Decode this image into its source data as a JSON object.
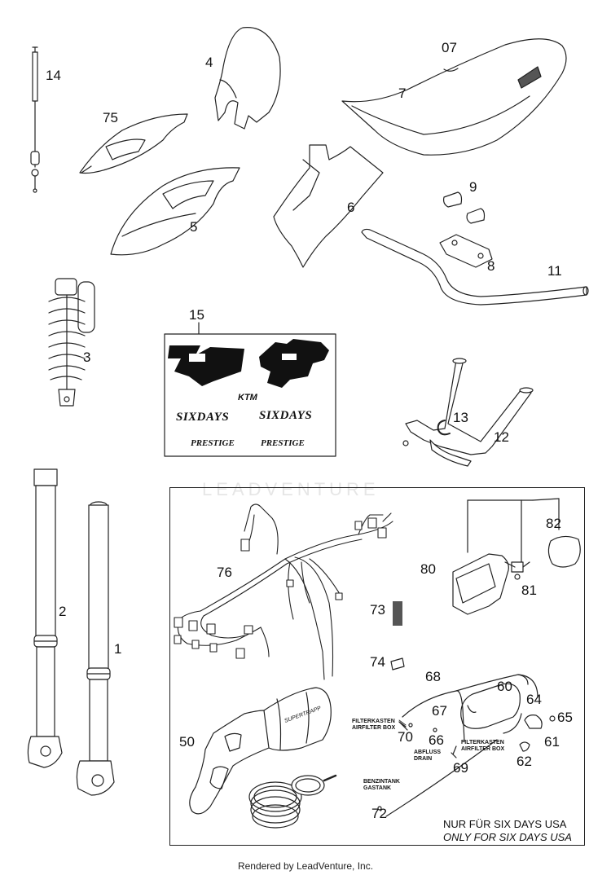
{
  "watermark": "LEADVENTURE",
  "footer": "Rendered by LeadVenture, Inc.",
  "note": {
    "line1": "NUR FÜR SIX DAYS USA",
    "line2": "ONLY FOR SIX DAYS USA"
  },
  "decals": {
    "brand": "KTM",
    "sixdays": "SIXDAYS",
    "prestige": "PRESTIGE"
  },
  "small_labels": {
    "filter1a": "FILTERKASTEN",
    "filter1b": "AIRFILTER BOX",
    "filter2a": "FILTERKASTEN",
    "filter2b": "AIRFILTER BOX",
    "drain_a": "ABFLUSS",
    "drain_b": "DRAIN",
    "tank_a": "BENZINTANK",
    "tank_b": "GASTANK",
    "exhaust_brand": "SUPERTRAPP"
  },
  "callouts": {
    "c14": "14",
    "c4": "4",
    "c07": "07",
    "c7": "7",
    "c75": "75",
    "c5": "5",
    "c6": "6",
    "c9": "9",
    "c8": "8",
    "c11": "11",
    "c3": "3",
    "c15": "15",
    "c13": "13",
    "c12": "12",
    "c2": "2",
    "c1": "1",
    "c82": "82",
    "c80": "80",
    "c81": "81",
    "c76": "76",
    "c73": "73",
    "c74": "74",
    "c68": "68",
    "c60": "60",
    "c64": "64",
    "c67": "67",
    "c65": "65",
    "c50": "50",
    "c70": "70",
    "c66": "66",
    "c61": "61",
    "c62": "62",
    "c69": "69",
    "c72": "72"
  }
}
